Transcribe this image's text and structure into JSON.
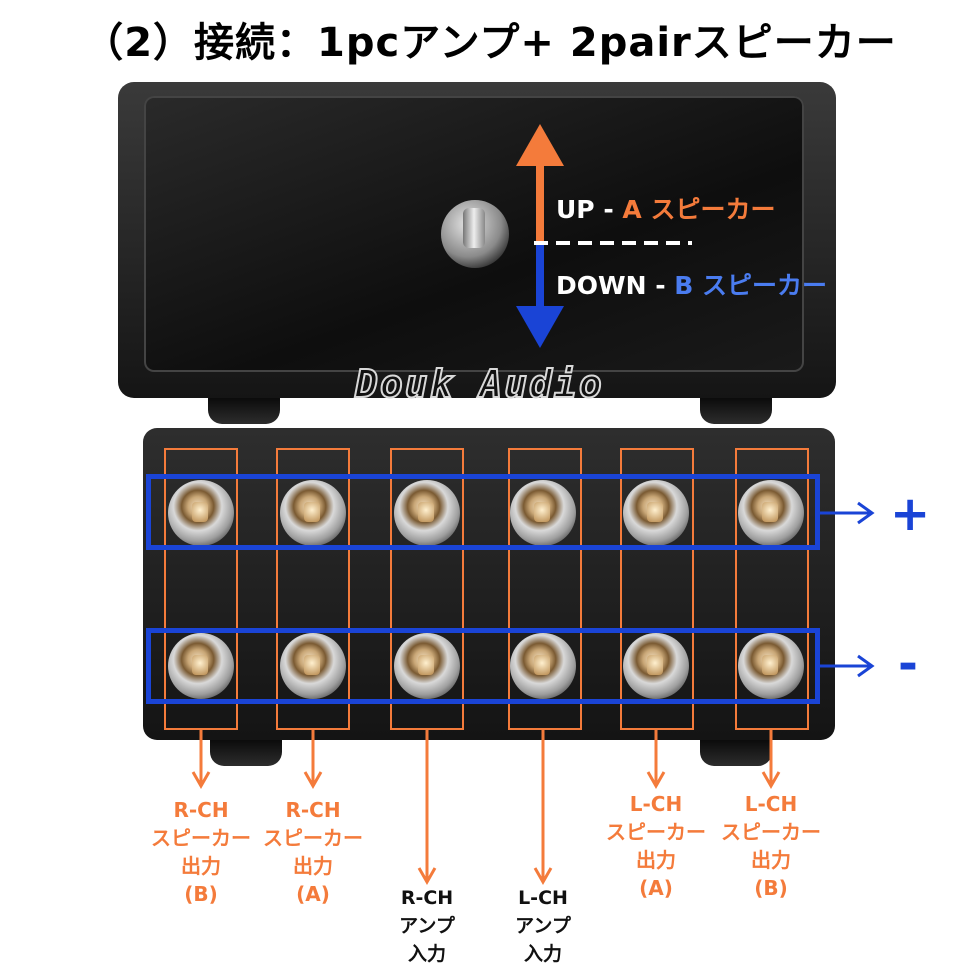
{
  "title": "（2）接続：1pcアンプ+ 2pairスピーカー",
  "switch": {
    "up_prefix": "UP - ",
    "up_label": "A スピーカー",
    "down_prefix": "DOWN - ",
    "down_label": "B スピーカー"
  },
  "brand": "Douk Audio",
  "polarity": {
    "plus": "+",
    "minus": "-"
  },
  "terminals": [
    {
      "ch": "R-CH",
      "l1": "スピーカー",
      "l2": "出力",
      "l3": "(B)",
      "kind": "out"
    },
    {
      "ch": "R-CH",
      "l1": "スピーカー",
      "l2": "出力",
      "l3": "(A)",
      "kind": "out"
    },
    {
      "ch": "R-CH",
      "l1": "アンプ",
      "l2": "入力",
      "l3": "",
      "kind": "in"
    },
    {
      "ch": "L-CH",
      "l1": "アンプ",
      "l2": "入力",
      "l3": "",
      "kind": "in"
    },
    {
      "ch": "L-CH",
      "l1": "スピーカー",
      "l2": "出力",
      "l3": "(A)",
      "kind": "out"
    },
    {
      "ch": "L-CH",
      "l1": "スピーカー",
      "l2": "出力",
      "l3": "(B)",
      "kind": "out"
    }
  ],
  "colors": {
    "orange": "#f47b3b",
    "blue": "#1a44d6",
    "light_blue": "#4a7cf0"
  }
}
